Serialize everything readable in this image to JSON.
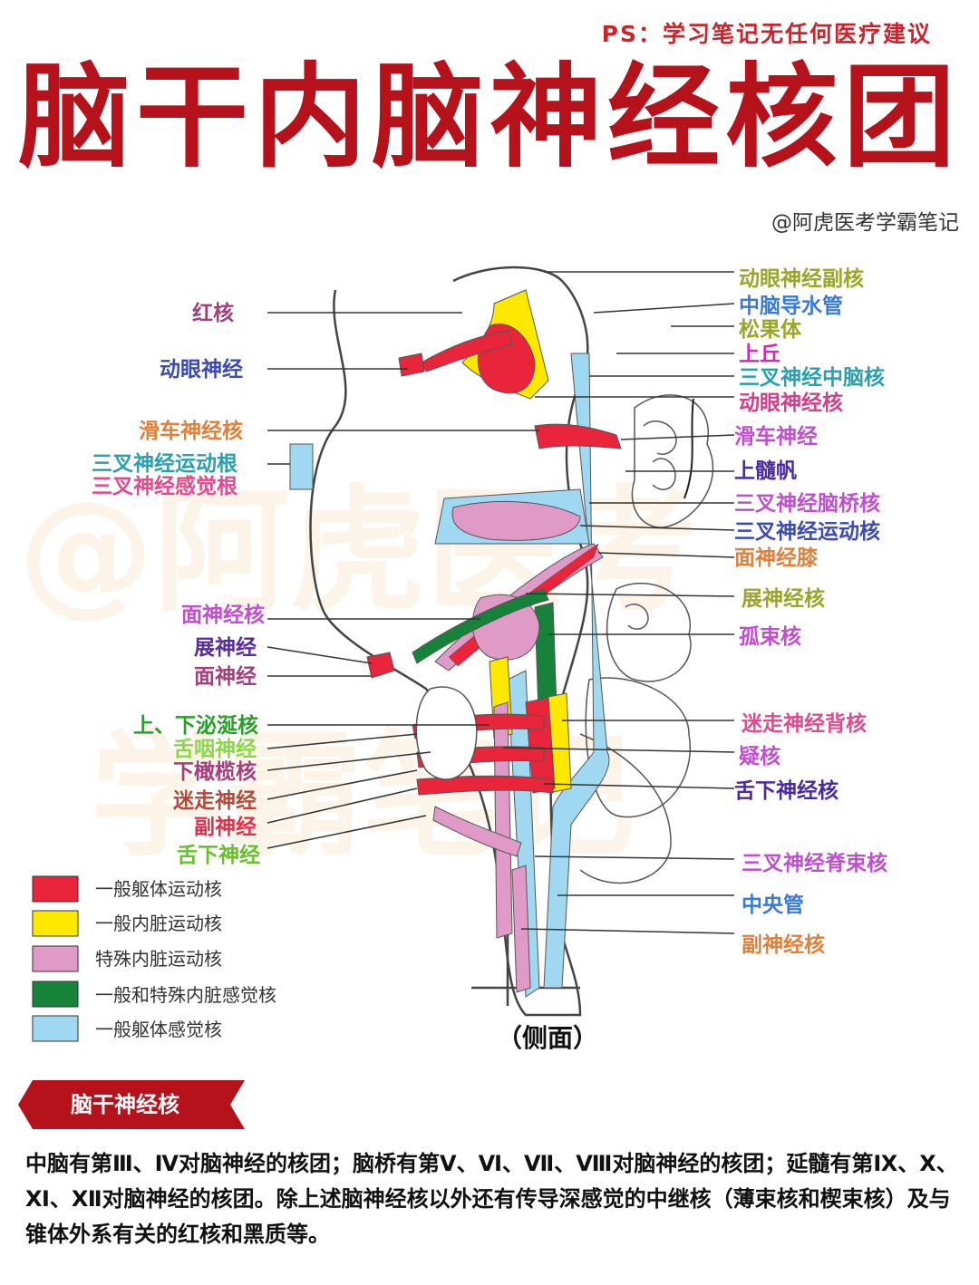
{
  "ps_note": "PS：学习笔记无任何医疗建议",
  "title": "脑干内脑神经核团",
  "credit": "@阿虎医考学霸笔记",
  "watermark": [
    "@阿虎医考",
    "学霸笔记"
  ],
  "labels_left": [
    {
      "text": "红核",
      "color": "#a0407c"
    },
    {
      "text": "动眼神经",
      "color": "#3b4bb0"
    },
    {
      "text": "滑车神经核",
      "color": "#e0803a"
    },
    {
      "text": "三叉神经运动根",
      "color": "#2a9fb0"
    },
    {
      "text": "三叉神经感觉根",
      "color": "#e04a8e"
    },
    {
      "text": "面神经核",
      "color": "#c04fd0"
    },
    {
      "text": "展神经",
      "color": "#5a2aa0"
    },
    {
      "text": "面神经",
      "color": "#a0407c"
    },
    {
      "text": "上、下泌涎核",
      "color": "#2aa02a"
    },
    {
      "text": "舌咽神经",
      "color": "#8ad84a"
    },
    {
      "text": "下橄榄核",
      "color": "#a0407c"
    },
    {
      "text": "迷走神经",
      "color": "#b04a3a"
    },
    {
      "text": "副神经",
      "color": "#e0304a"
    },
    {
      "text": "舌下神经",
      "color": "#6ac02a"
    }
  ],
  "labels_right": [
    {
      "text": "动眼神经副核",
      "color": "#9aa62a"
    },
    {
      "text": "中脑导水管",
      "color": "#3a7ad8"
    },
    {
      "text": "松果体",
      "color": "#9aa62a"
    },
    {
      "text": "上丘",
      "color": "#d02ab0"
    },
    {
      "text": "三叉神经中脑核",
      "color": "#2a9fb0"
    },
    {
      "text": "动眼神经核",
      "color": "#d0408a"
    },
    {
      "text": "滑车神经",
      "color": "#c04fd0"
    },
    {
      "text": "上髓帆",
      "color": "#4a2aa0"
    },
    {
      "text": "三叉神经脑桥核",
      "color": "#c04fd0"
    },
    {
      "text": "三叉神经运动核",
      "color": "#3b4bb0"
    },
    {
      "text": "面神经膝",
      "color": "#e0803a"
    },
    {
      "text": "展神经核",
      "color": "#9aa62a"
    },
    {
      "text": "孤束核",
      "color": "#c04fd0"
    },
    {
      "text": "迷走神经背核",
      "color": "#e04a8e"
    },
    {
      "text": "疑核",
      "color": "#c04fd0"
    },
    {
      "text": "舌下神经核",
      "color": "#4a2aa0"
    },
    {
      "text": "三叉神经脊束核",
      "color": "#c04fd0"
    },
    {
      "text": "中央管",
      "color": "#3a7ad8"
    },
    {
      "text": "副神经核",
      "color": "#e0803a"
    }
  ],
  "legend": [
    {
      "text": "一般躯体运动核",
      "color": "#e8253a"
    },
    {
      "text": "一般内脏运动核",
      "color": "#ffe800"
    },
    {
      "text": "特殊内脏运动核",
      "color": "#e09ac8"
    },
    {
      "text": "一般和特殊内脏感觉核",
      "color": "#17823a"
    },
    {
      "text": "一般躯体感觉核",
      "color": "#9fd8f0"
    }
  ],
  "view_label": "（侧面）",
  "section_title": "脑干神经核",
  "section_color": "#b5121b",
  "body_text": "中脑有第Ⅲ、Ⅳ对脑神经的核团；脑桥有第Ⅴ、Ⅵ、Ⅶ、Ⅷ对脑神经的核团；延髓有第Ⅸ、Ⅹ、Ⅺ、Ⅻ对脑神经的核团。除上述脑神经核以外还有传导深感觉的中继核（薄束核和楔束核）及与锥体外系有关的红核和黑质等。"
}
